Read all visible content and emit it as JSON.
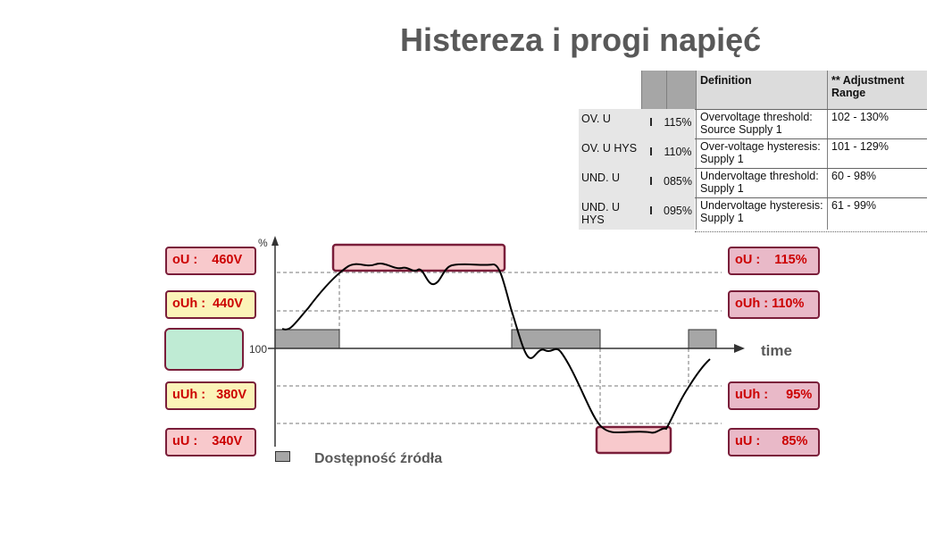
{
  "title": "Histereza i progi napięć",
  "table": {
    "headers": [
      "",
      "",
      "Definition",
      "** Adjustment\nRange"
    ],
    "rows": [
      {
        "name": "OV. U",
        "flag": "I",
        "value": "115%",
        "definition": "Overvoltage threshold:\nSource Supply 1",
        "range": "102 - 130%"
      },
      {
        "name": "OV. U HYS",
        "flag": "I",
        "value": "110%",
        "definition": "Over-voltage hysteresis:\nSupply 1",
        "range": "101 - 129%"
      },
      {
        "name": "UND. U",
        "flag": "I",
        "value": "085%",
        "definition": "Undervoltage threshold:\nSupply 1",
        "range": "60 - 98%"
      },
      {
        "name": "UND. U\nHYS",
        "flag": "I",
        "value": "095%",
        "definition": "Undervoltage hysteresis:\nSupply 1",
        "range": "61 - 99%"
      }
    ]
  },
  "left_labels": {
    "ou": "oU :    460V",
    "ouh": "oUh :  440V",
    "uuh": "uUh :   380V",
    "uu": "uU :    340V"
  },
  "right_labels": {
    "ou": "oU :    115%",
    "ouh": "oUh : 110%",
    "uuh": "uUh :     95%",
    "uu": "uU :      85%"
  },
  "axis": {
    "y_unit": "%",
    "y_ref": "100",
    "x_label": "time"
  },
  "legend": {
    "label": "Dostępność źródła"
  },
  "colors": {
    "box_border": "#7a1e3a",
    "label_text": "#cc0000",
    "red_fill": "#f8c9cc",
    "yellow_fill": "#fbf3b8",
    "green_fill": "#bfebd4",
    "pink_fill": "#e9b9c8",
    "availability_fill": "#a6a6a6"
  }
}
